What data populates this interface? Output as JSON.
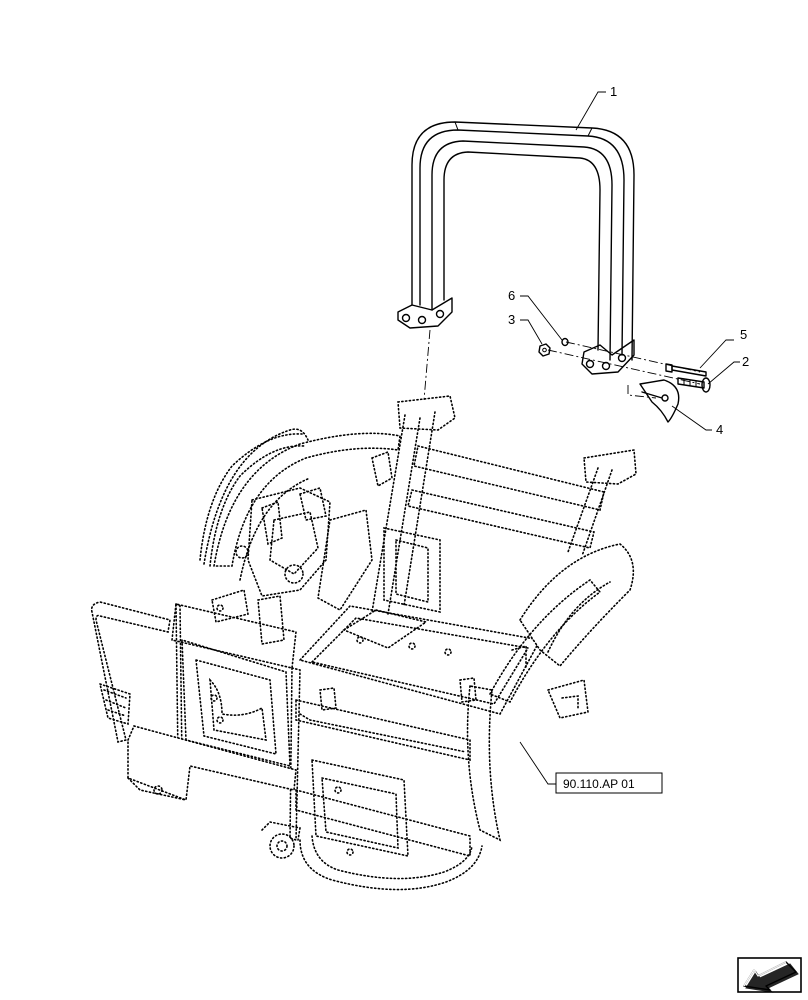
{
  "callouts": [
    {
      "id": "1",
      "label": "1"
    },
    {
      "id": "2",
      "label": "2"
    },
    {
      "id": "3",
      "label": "3"
    },
    {
      "id": "4",
      "label": "4"
    },
    {
      "id": "5",
      "label": "5"
    },
    {
      "id": "6",
      "label": "6"
    }
  ],
  "reference": {
    "label": "90.110.AP 01"
  },
  "icons": {
    "corner": "navigation-arrow-icon"
  },
  "colors": {
    "line": "#000000",
    "background": "#ffffff"
  }
}
